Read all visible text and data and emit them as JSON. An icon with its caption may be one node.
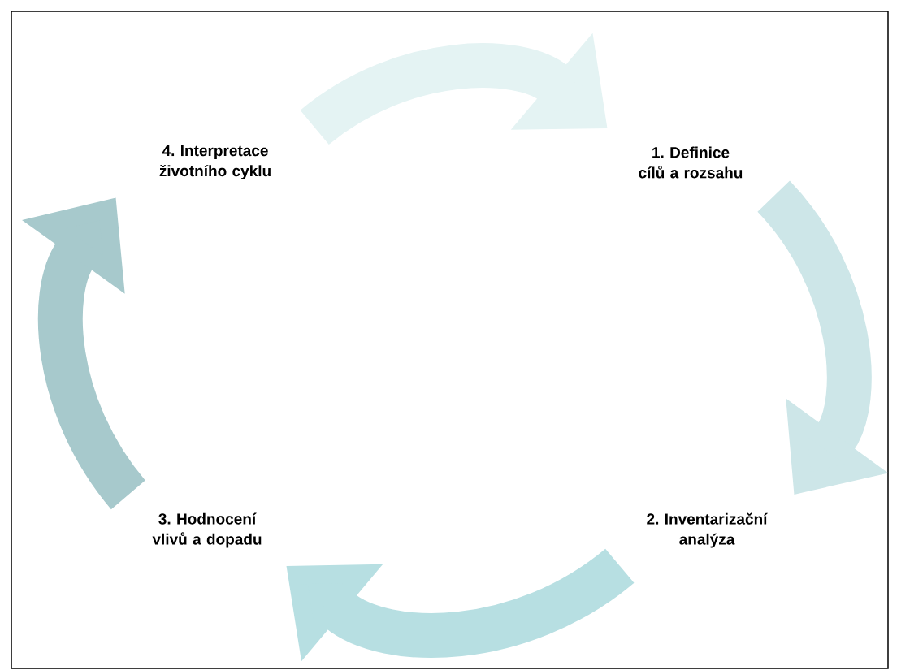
{
  "diagram": {
    "nodes": [
      {
        "text": [
          "4. Interpretace životního cyklu"
        ]
      },
      {
        "text": [
          "1. Definice cílů a rozsahu"
        ]
      },
      {
        "text": [
          "3. Hodnocení vlivů a dopadu"
        ]
      },
      {
        "text": [
          "2. Inventarizační analýza"
        ]
      }
    ],
    "edges": [
      {
        "from": 0,
        "to": 1,
        "arrow": "to",
        "color": "#e4f3f3"
      },
      {
        "from": 1,
        "to": 3,
        "arrow": "to",
        "color": "#cde6e8"
      },
      {
        "from": 3,
        "to": 2,
        "arrow": "to",
        "color": "#b7dfe2"
      },
      {
        "from": 2,
        "to": 0,
        "arrow": "to",
        "color": "#a7c9cc"
      }
    ]
  }
}
